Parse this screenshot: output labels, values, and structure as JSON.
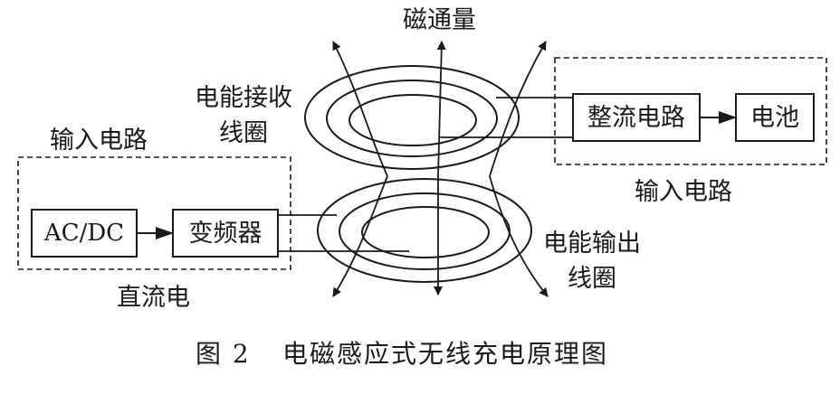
{
  "labels": {
    "magnetic_flux": "磁通量",
    "receive_coil_line1": "电能接收",
    "receive_coil_line2": "线圈",
    "output_coil_line1": "电能输出",
    "output_coil_line2": "线圈",
    "input_circuit_left": "输入电路",
    "input_circuit_right": "输入电路",
    "dc": "直流电"
  },
  "boxes": {
    "acdc": "AC/DC",
    "inverter": "变频器",
    "rectifier": "整流电路",
    "battery": "电池"
  },
  "caption": {
    "number": "图 2",
    "title": "电磁感应式无线充电原理图"
  },
  "colors": {
    "stroke": "#1a1a1a",
    "background": "#ffffff"
  }
}
